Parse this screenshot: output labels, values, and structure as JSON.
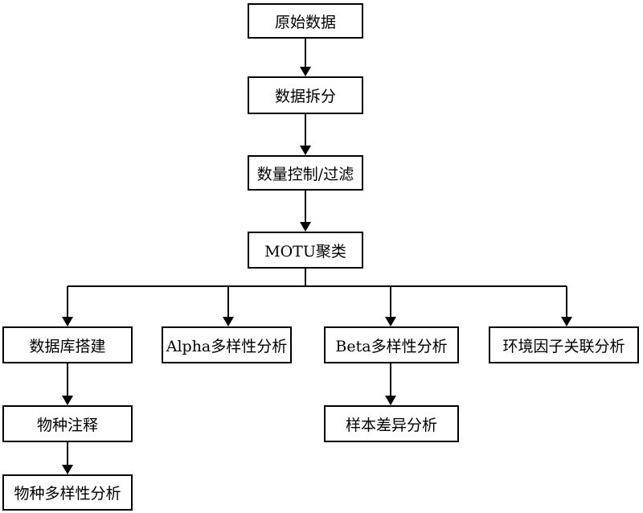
{
  "nodes": {
    "raw_data": "原始数据",
    "data_split": "数据拆分",
    "quality_control": "数量控制/过滤",
    "motu_clustering": "MOTU聚类",
    "database_build": "数据库搭建",
    "alpha_diversity": "Alpha多样性分析",
    "beta_diversity": "Beta多样性分析",
    "env_factor": "环境因子关联分析",
    "species_annotation": "物种注释",
    "sample_difference": "样本差异分析",
    "species_diversity": "物种多样性分析"
  },
  "colors": {
    "line": "#000000",
    "box_fill": "#ffffff",
    "text": "#000000"
  }
}
